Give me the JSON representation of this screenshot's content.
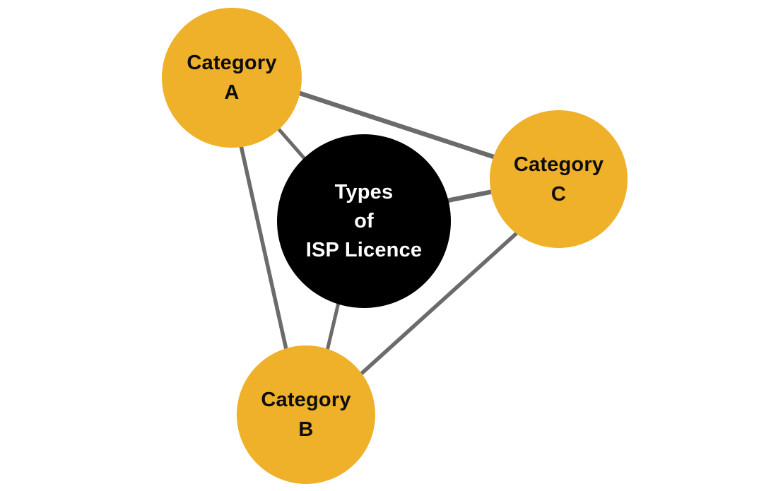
{
  "diagram": {
    "center": {
      "id": "center",
      "lines": [
        "Types",
        "of",
        "ISP Licence"
      ]
    },
    "nodes": [
      {
        "id": "category-a",
        "line1": "Category",
        "line2": "A"
      },
      {
        "id": "category-b",
        "line1": "Category",
        "line2": "B"
      },
      {
        "id": "category-c",
        "line1": "Category",
        "line2": "C"
      }
    ],
    "edges": [
      {
        "from": "category-a",
        "to": "center"
      },
      {
        "from": "category-b",
        "to": "center"
      },
      {
        "from": "category-c",
        "to": "center"
      },
      {
        "from": "category-a",
        "to": "category-b"
      },
      {
        "from": "category-a",
        "to": "category-c"
      },
      {
        "from": "category-b",
        "to": "category-c"
      }
    ],
    "colors": {
      "category_fill": "#EFB02A",
      "center_fill": "#000000",
      "edge_stroke": "#6B6B6B",
      "category_text": "#0D0D0D",
      "center_text": "#FFFFFF",
      "background": "#FFFFFF"
    }
  }
}
